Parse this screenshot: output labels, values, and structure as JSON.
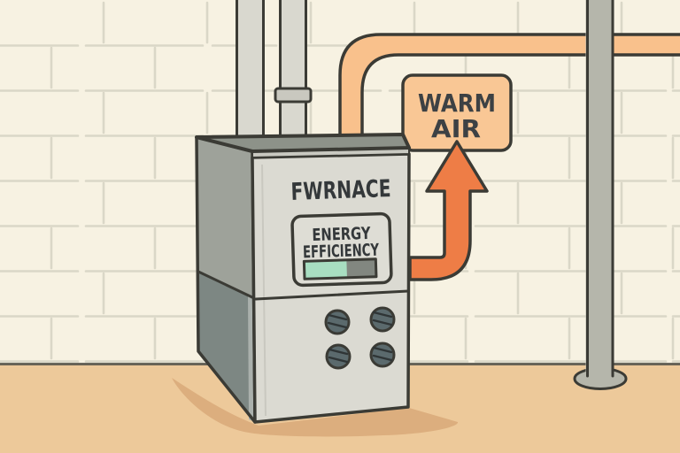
{
  "scene": {
    "furnace_label": "FWRNACE",
    "panel": {
      "line1": "ENERGY",
      "line2": "EFFICIENCY"
    },
    "gauge": {
      "percent_filled": 59
    },
    "sign": {
      "line1": "WARM",
      "line2": "AIR"
    },
    "knob_count": 4
  },
  "colors": {
    "wall": "#f7f2e2",
    "mortar": "#d8d5c5",
    "floor": "#edc99a",
    "floor_line": "#51514a",
    "floor_shadow": "#dcae7e",
    "outline": "#3b3b35",
    "duct": "#f9c18c",
    "sign_bg": "#f9c795",
    "arrow": "#ee7d46",
    "furnace_front": "#dbdad2",
    "furnace_rim": "#c9c9c1",
    "furnace_side_upper": "#9ea29a",
    "furnace_side_lower": "#7d8783",
    "furnace_side_strip": "#aab0ac",
    "furnace_lid": "#8d9289",
    "flue_pipe": "#d9d8cf",
    "collar": "#c9c8bf",
    "wall_pipe": "#b5b6ab",
    "panel_bg": "#deddd5",
    "gauge_green": "#a8dec1",
    "gauge_gray": "#828780",
    "knob": "#5b6a6d",
    "text_dark": "#34383a",
    "sign_text": "#3d4144"
  }
}
